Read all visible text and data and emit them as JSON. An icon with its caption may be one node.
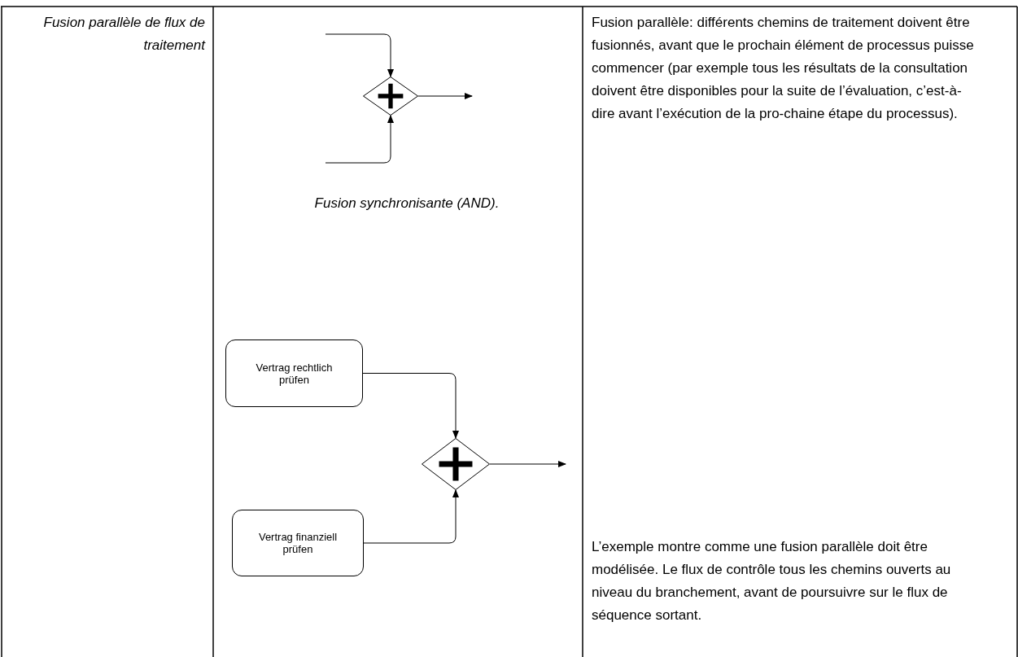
{
  "diagram": {
    "nodes": [
      {
        "text": [],
        "shape": "diamond"
      },
      {
        "text": [],
        "shape": "diamond"
      },
      {
        "text": [
          "Vertrag rechtlich prüfen"
        ]
      },
      {
        "text": [
          "Vertrag finanziell prüfen"
        ]
      }
    ],
    "edges": [
      {
        "from": null,
        "to": 0,
        "arrow": "to"
      },
      {
        "from": null,
        "to": 0,
        "arrow": "to"
      },
      {
        "from": 0,
        "to": null,
        "arrow": "to"
      },
      {
        "from": 2,
        "to": 1,
        "arrow": "to"
      },
      {
        "from": 3,
        "to": 1,
        "arrow": "to"
      },
      {
        "from": 1,
        "to": null,
        "arrow": "to"
      }
    ],
    "labels": [
      "Fusion parallèle de flux de traitement",
      "Fusion synchronisante (AND).",
      "Fusion parallèle: différents chemins de traitement doivent être fusionnés, avant que le prochain élément de processus puisse commencer (par exemple tous les résultats de la consultation doivent être disponibles pour la suite de l’évaluation, c’est-à-dire avant l’exécution de la pro-chaine étape du processus).",
      "L’exemple montre comme une fusion parallèle doit être modélisée. Le flux de contrôle tous les chemins ouverts au niveau du branchement, avant de poursuivre sur le flux de séquence sortant."
    ]
  }
}
